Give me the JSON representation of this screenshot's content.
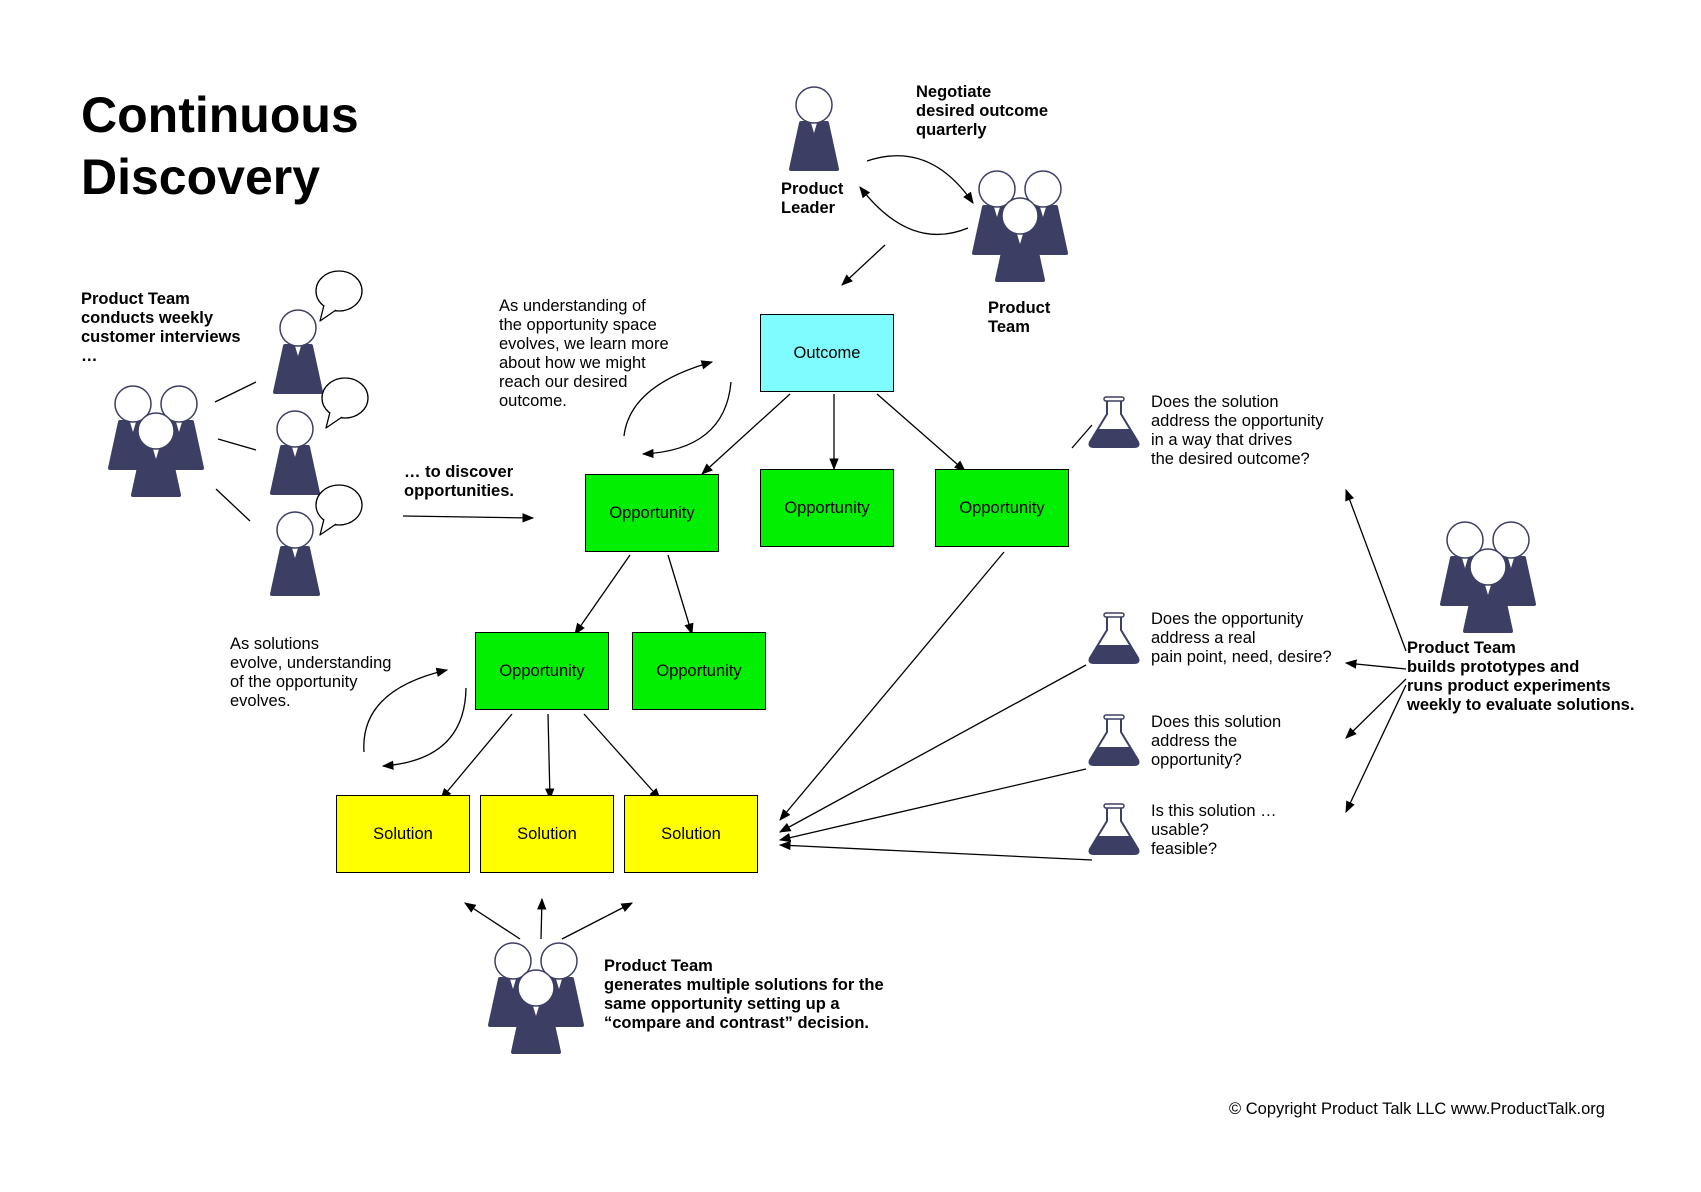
{
  "title": "Continuous\nDiscovery",
  "labels": {
    "product_leader": "Product\nLeader",
    "negotiate": "Negotiate\ndesired outcome\nquarterly",
    "product_team_top": "Product\nTeam",
    "interviews": "Product Team\nconducts weekly\ncustomer interviews\n…",
    "understanding_space": "As understanding of\nthe opportunity space\nevolves, we learn more\nabout how we might\nreach our desired\noutcome.",
    "discover": "… to discover\nopportunities.",
    "solutions_evolve": "As solutions\nevolve, understanding\nof the opportunity\nevolves.",
    "generates": "Product Team\ngenerates multiple solutions for the\nsame opportunity setting up a\n“compare and contrast” decision.",
    "experiments": "Product Team\nbuilds prototypes and\nruns product experiments\nweekly to evaluate solutions.",
    "copyright": "© Copyright Product Talk LLC www.ProductTalk.org"
  },
  "boxes": {
    "outcome": "Outcome",
    "opp_top_1": "Opportunity",
    "opp_top_2": "Opportunity",
    "opp_top_3": "Opportunity",
    "opp_mid_1": "Opportunity",
    "opp_mid_2": "Opportunity",
    "sol_1": "Solution",
    "sol_2": "Solution",
    "sol_3": "Solution"
  },
  "questions": [
    "Does the solution\naddress the opportunity\nin a way that drives\nthe desired outcome?",
    "Does the opportunity\naddress a real\npain point, need, desire?",
    "Does this solution\naddress the\nopportunity?",
    "Is this solution …\nusable?\nfeasible?"
  ],
  "colors": {
    "outcome": "#7ffcfd",
    "opportunity": "#03ef02",
    "solution": "#ffff00",
    "person": "#3c3f63"
  },
  "icons": [
    "person-icon",
    "team-icon",
    "speech-bubble-icon",
    "flask-icon"
  ]
}
